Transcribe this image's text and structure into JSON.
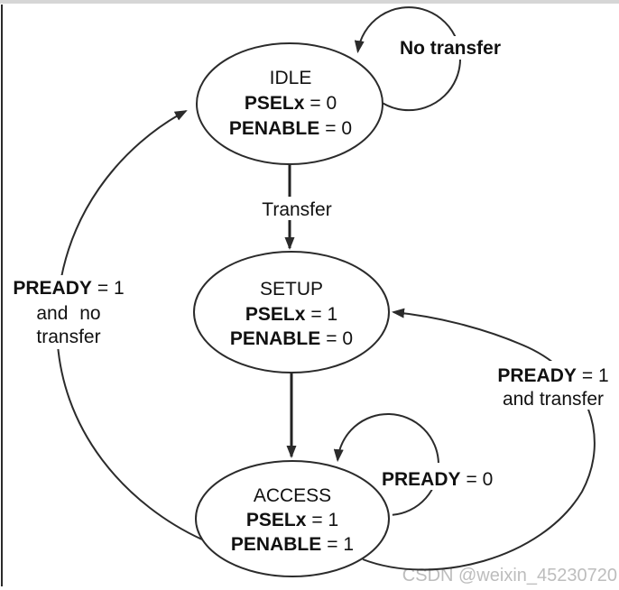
{
  "diagram_type": "state-machine",
  "states": {
    "idle": {
      "name": "IDLE",
      "sig1_name": "PSELx",
      "sig1_val": "= 0",
      "sig2_name": "PENABLE",
      "sig2_val": "= 0"
    },
    "setup": {
      "name": "SETUP",
      "sig1_name": "PSELx",
      "sig1_val": "= 1",
      "sig2_name": "PENABLE",
      "sig2_val": "= 0"
    },
    "access": {
      "name": "ACCESS",
      "sig1_name": "PSELx",
      "sig1_val": "= 1",
      "sig2_name": "PENABLE",
      "sig2_val": "= 1"
    }
  },
  "transitions": {
    "idle_self": {
      "label": "No transfer"
    },
    "idle_to_setup": {
      "label": "Transfer"
    },
    "setup_to_access": {
      "label": ""
    },
    "access_self": {
      "signal": "PREADY",
      "value": "= 0"
    },
    "access_to_setup": {
      "signal": "PREADY",
      "value": "= 1",
      "line2": "and transfer"
    },
    "access_to_idle": {
      "signal": "PREADY",
      "value": "= 1",
      "line2": "and no",
      "line3": "transfer"
    }
  },
  "watermark": {
    "text": "CSDN @weixin_45230720"
  },
  "colors": {
    "line": "#2b2b2b",
    "text": "#111111",
    "watermark": "#bdbdbd",
    "top_bar": "#d6d6d6",
    "background": "#ffffff"
  }
}
